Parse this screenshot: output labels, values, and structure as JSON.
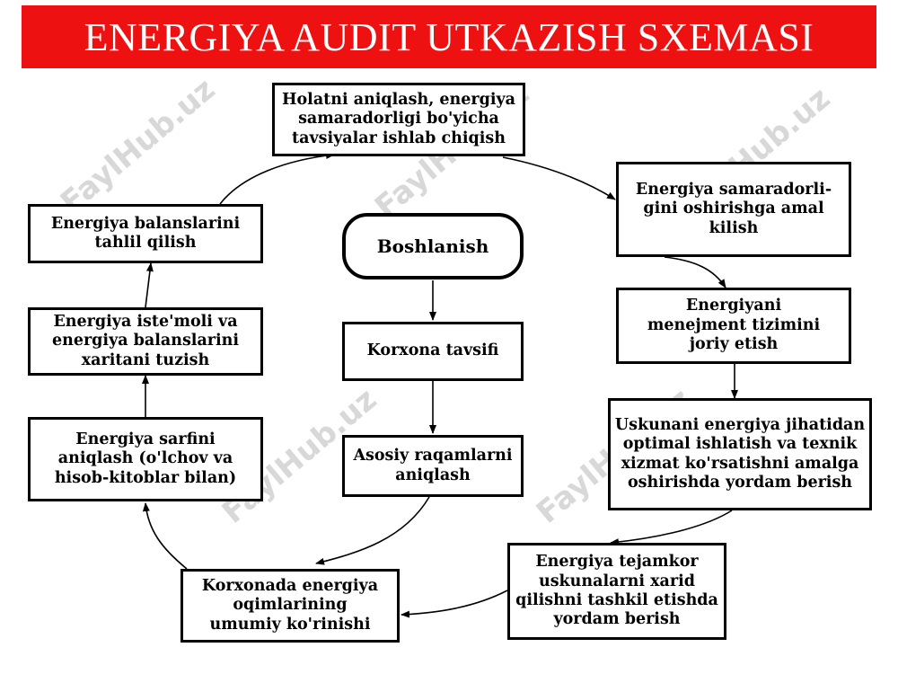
{
  "title": "ENERGIYA AUDIT UTKAZISH SXEMASI",
  "watermark": "FaylHub.uz",
  "colors": {
    "banner": "#ee1111",
    "banner_text": "#ffffff",
    "box_border": "#000000"
  },
  "nodes": {
    "start": "Boshlanish",
    "company_description": "Korxona tavsifi",
    "key_figures": "Asosiy raqamlarni\naniqlash",
    "energy_flows": "Korxonada energiya\noqimlarining\numumiy ko'rinishi",
    "consumption_measure": "Energiya sarfini\naniqlash (o'lchov va\nhisob-kitoblar bilan)",
    "balance_mapping": "Energiya iste'moli va\nenergiya balanslarini\nxaritani tuzish",
    "balance_analysis": "Energiya balanslarini\ntahlil qilish",
    "recommendations": "Holatni aniqlash, energiya\nsamaradorligi bo'yicha\ntavsiyalar ishlab chiqish",
    "efficiency_increase": "Energiya samaradorli-\ngini oshirishga amal\nkilish",
    "management_system": "Energiyani\nmenejment tizimini\njoriy etish",
    "equipment_support": "Uskunani energiya jihatidan\noptimal ishlatish va texnik\nxizmat ko'rsatishni amalga\noshirishda yordam berish",
    "purchase_support": "Energiya tejamkor\nuskunalarni xarid\nqilishni tashkil etishda\nyordam berish"
  }
}
